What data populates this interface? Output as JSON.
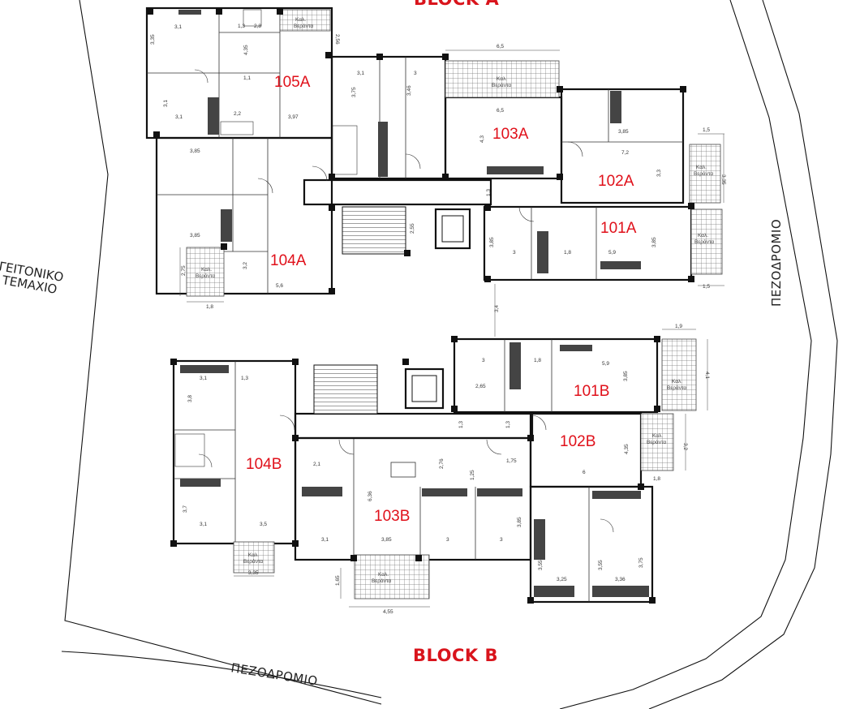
{
  "blocks": {
    "a": "BLOCK A",
    "b": "BLOCK B"
  },
  "streets": {
    "right": "ΠΕΖΟΔΡΟΜΙΟ",
    "bottom": "ΠΕΖΟΔΡΟΜΙΟ"
  },
  "neighbor": {
    "line1": "ΓΕΙΤΟΝΙΚΟ",
    "line2": "ΤΕΜΑΧΙΟ"
  },
  "units": {
    "u101a": "101A",
    "u102a": "102A",
    "u103a": "103A",
    "u104a": "104A",
    "u105a": "105A",
    "u101b": "101B",
    "u102b": "102B",
    "u103b": "103B",
    "u104b": "104B"
  },
  "veranda": {
    "line1": "Καλ.",
    "line2": "Βεράντα"
  },
  "dimensions": {
    "d01": "3,1",
    "d02": "1,3",
    "d03": "2,8",
    "d04": "2,56",
    "d05": "3,35",
    "d06": "4,35",
    "d07": "3,1",
    "d08": "3,97",
    "d09": "2,2",
    "d10": "3,1",
    "d11": "3,75",
    "d12": "3,1",
    "d13": "3",
    "d14": "3,46",
    "d15": "6,5",
    "d16": "6,5",
    "d17": "4,3",
    "d18": "3,85",
    "d19": "1,5",
    "d20": "7,2",
    "d21": "3,3",
    "d22": "3,35",
    "d23": "3,85",
    "d24": "3,85",
    "d25": "5,6",
    "d26": "1,8",
    "d27": "2,75",
    "d28": "3,2",
    "d29": "2,55",
    "d30": "3,85",
    "d31": "3",
    "d32": "5,9",
    "d33": "1,8",
    "d34": "3,85",
    "d35": "1,5",
    "d36": "3,4",
    "d37": "1,3",
    "d38": "1,9",
    "d39": "3",
    "d40": "1,8",
    "d41": "5,9",
    "d42": "3,85",
    "d43": "4,1",
    "d44": "2,65",
    "d45": "1,3",
    "d46": "1,3",
    "d47": "3,2",
    "d48": "4,35",
    "d49": "6",
    "d50": "1,8",
    "d51": "3,1",
    "d52": "1,3",
    "d53": "3,8",
    "d54": "3,7",
    "d55": "3,1",
    "d56": "3,5",
    "d57": "3,35",
    "d58": "3,1",
    "d59": "3,85",
    "d60": "3",
    "d61": "3",
    "d62": "6,36",
    "d63": "2,76",
    "d64": "1,25",
    "d65": "1,75",
    "d66": "3,85",
    "d67": "4,55",
    "d68": "1,65",
    "d69": "3,55",
    "d70": "3,25",
    "d71": "3,55",
    "d72": "3,36",
    "d73": "3,75",
    "d74": "2,1",
    "d75": "1,1"
  }
}
